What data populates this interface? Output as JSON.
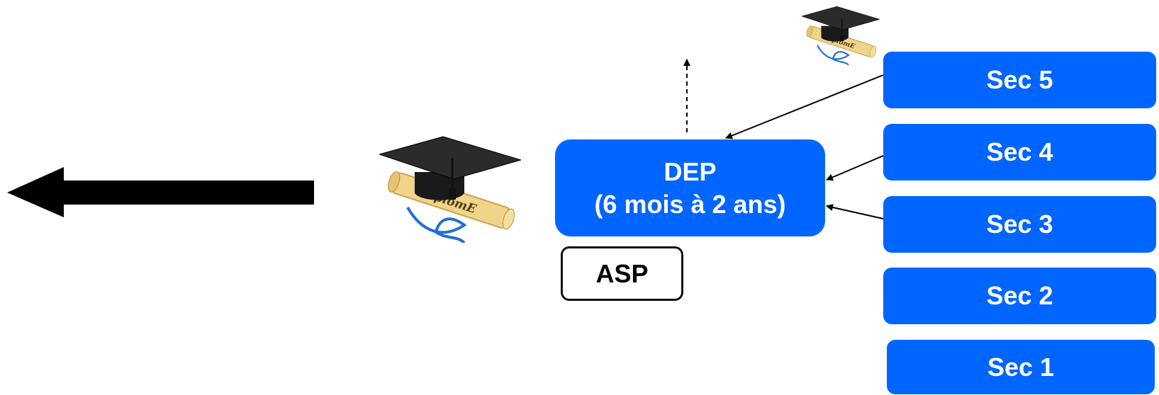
{
  "dep": {
    "line1": "DEP",
    "line2": "(6 mois à 2 ans)"
  },
  "asp": {
    "label": "ASP"
  },
  "sec_levels": [
    {
      "label": "Sec 5"
    },
    {
      "label": "Sec 4"
    },
    {
      "label": "Sec 3"
    },
    {
      "label": "Sec 2"
    },
    {
      "label": "Sec 1"
    }
  ],
  "diploma_icon": {
    "scroll_text": "DiplomE"
  },
  "colors": {
    "box_blue": "#0066ff",
    "arrow": "#000000",
    "cap": "#1c1c1c",
    "ribbon": "#1f6fd6",
    "scroll": "#f0d48a"
  },
  "icons": [
    "left-arrow-icon",
    "graduation-diploma-icon",
    "small-graduation-diploma-icon",
    "dashed-up-arrow-icon"
  ]
}
